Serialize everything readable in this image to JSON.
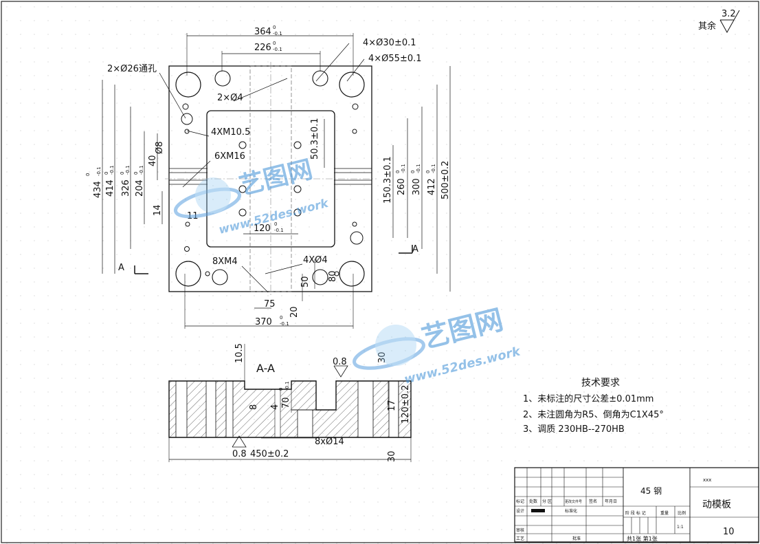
{
  "roughness": {
    "label": "其余",
    "value": "3.2"
  },
  "plan_view": {
    "dims": {
      "w364": "364",
      "tol364_u": "0",
      "tol364_l": "-0.1",
      "w226": "226",
      "tol226_u": "0",
      "tol226_l": "-0.1",
      "holes_30": "4×Ø30±0.1",
      "holes_55": "4×Ø55±0.1",
      "holes_26": "2×Ø26通孔",
      "holes_4a": "2×Ø4",
      "thread_m105": "4XM10.5",
      "d8": "Ø8",
      "thread_m16": "6XM16",
      "h434": "434",
      "tol434_u": "0",
      "tol434_l": "-0.1",
      "h414": "414",
      "tol414_u": "0",
      "tol414_l": "-0.1",
      "h326": "326",
      "tol326_u": "0",
      "tol326_l": "-0.1",
      "h204": "204",
      "tol204_u": "0",
      "tol204_l": "-0.1",
      "v40": "40",
      "v14": "14",
      "v11": "11",
      "v503": "50.3±0.1",
      "v1503": "150.3±0.1",
      "h260": "260",
      "tol260_u": "0",
      "tol260_l": "-0.1",
      "h300": "300",
      "tol300_u": "0",
      "tol300_l": "-0.1",
      "h412": "412",
      "tol412_u": "0",
      "tol412_l": "-0.1",
      "h500": "500±0.2",
      "w120": "120",
      "tol120_u": "0",
      "tol120_l": "-0.1",
      "thread_m4": "8XM4",
      "holes_4b": "4XØ4",
      "v50": "50",
      "v80": "80",
      "w75": "75",
      "v20": "20",
      "w370": "370",
      "tol370_u": "0",
      "tol370_l": "-0.1",
      "section_mark": "A"
    }
  },
  "section_view": {
    "title": "A-A",
    "dims": {
      "d105": "10.5",
      "r08a": "0.8",
      "d30": "30",
      "d70": "70",
      "tol70_u": "0",
      "tol70_l": "-0.1",
      "d8": "8",
      "d4": "4",
      "d17": "17",
      "d120": "120±0.2",
      "holes_14": "8xØ14",
      "r08b": "0.8",
      "w450": "450±0.2",
      "d30b": "30"
    }
  },
  "watermark": {
    "brand": "艺图网",
    "url": "www.52des.work"
  },
  "tech_req": {
    "title": "技术要求",
    "items": [
      "1、未标注的尺寸公差±0.01mm",
      "2、未注圆角为R5、倒角为C1X45°",
      "3、调质  230HB--270HB"
    ]
  },
  "title_block": {
    "material": "45 钢",
    "company": "xxx",
    "part_name": "动模板",
    "drawing_no": "10",
    "scale": "1:1",
    "sheet": "共1张  第1张",
    "row_labels": [
      "标记",
      "处数",
      "分 区",
      "更改文件号",
      "签名",
      "年月日"
    ],
    "left_labels": [
      "设计",
      "标准化",
      "审核",
      "工艺",
      "批准"
    ],
    "stage_labels": [
      "阶 段 标 记",
      "重量",
      "比例"
    ]
  }
}
